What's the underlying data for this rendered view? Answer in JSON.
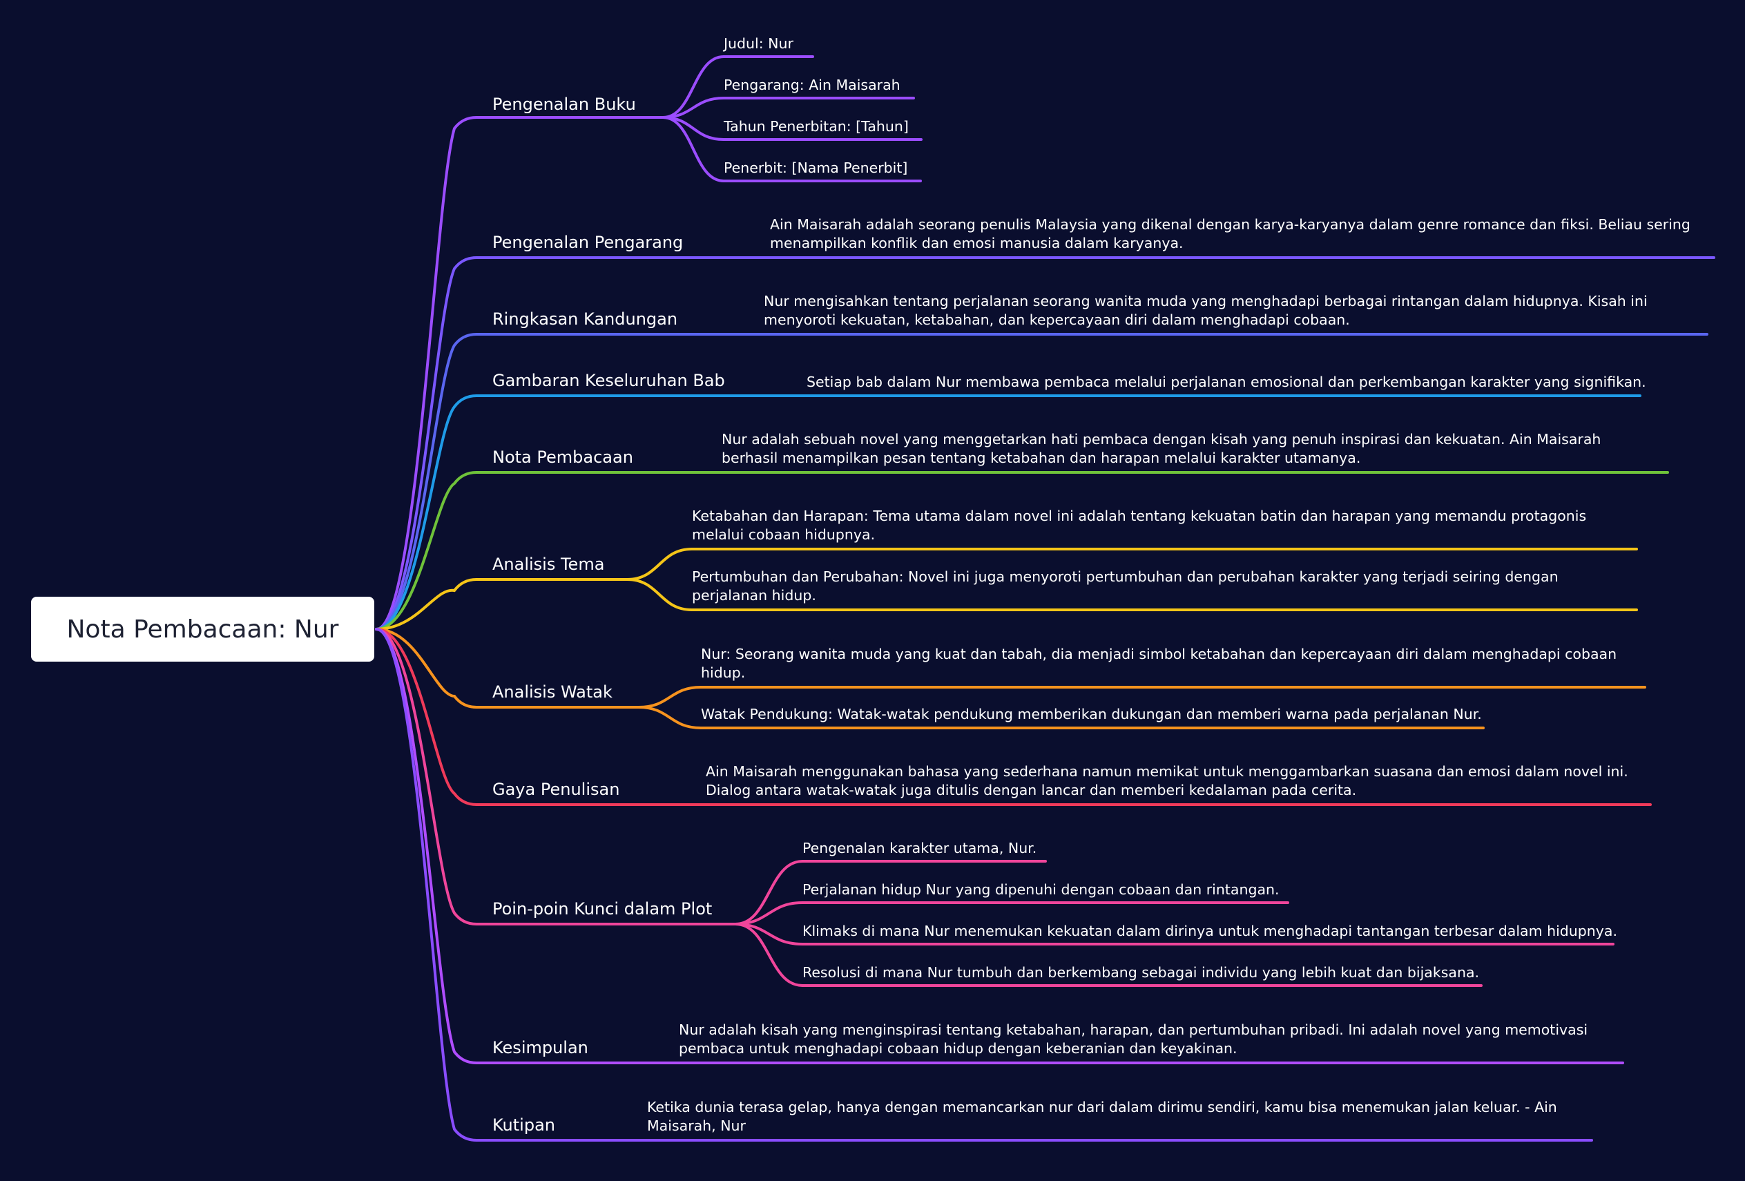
{
  "root": {
    "label": "Nota Pembacaan: Nur"
  },
  "branches": [
    {
      "label": "Pengenalan Buku",
      "color": "#9b4dff",
      "children": [
        {
          "text": "Judul: Nur"
        },
        {
          "text": "Pengarang: Ain Maisarah"
        },
        {
          "text": "Tahun Penerbitan: [Tahun]"
        },
        {
          "text": "Penerbit: [Nama Penerbit]"
        }
      ]
    },
    {
      "label": "Pengenalan Pengarang",
      "color": "#7a57ff",
      "children": [
        {
          "text": "Ain Maisarah adalah seorang penulis Malaysia yang dikenal dengan karya-karyanya dalam genre romance dan fiksi. Beliau sering menampilkan konflik dan emosi manusia dalam karyanya."
        }
      ]
    },
    {
      "label": "Ringkasan Kandungan",
      "color": "#5a66f0",
      "children": [
        {
          "text": "Nur mengisahkan tentang perjalanan seorang wanita muda yang menghadapi berbagai rintangan dalam hidupnya. Kisah ini menyoroti kekuatan, ketabahan, dan kepercayaan diri dalam menghadapi cobaan."
        }
      ]
    },
    {
      "label": "Gambaran Keseluruhan Bab",
      "color": "#1f9be8",
      "children": [
        {
          "text": "Setiap bab dalam Nur membawa pembaca melalui perjalanan emosional dan perkembangan karakter yang signifikan."
        }
      ]
    },
    {
      "label": "Nota Pembacaan",
      "color": "#6fc23a",
      "children": [
        {
          "text": "Nur adalah sebuah novel yang menggetarkan hati pembaca dengan kisah yang penuh inspirasi dan kekuatan. Ain Maisarah berhasil menampilkan pesan tentang ketabahan dan harapan melalui karakter utamanya."
        }
      ]
    },
    {
      "label": "Analisis Tema",
      "color": "#f5c518",
      "children": [
        {
          "text": "Ketabahan dan Harapan: Tema utama dalam novel ini adalah tentang kekuatan batin dan harapan yang memandu protagonis melalui cobaan hidupnya."
        },
        {
          "text": "Pertumbuhan dan Perubahan: Novel ini juga menyoroti pertumbuhan dan perubahan karakter yang terjadi seiring dengan perjalanan hidup."
        }
      ]
    },
    {
      "label": "Analisis Watak",
      "color": "#f7931e",
      "children": [
        {
          "text": "Nur: Seorang wanita muda yang kuat dan tabah, dia menjadi simbol ketabahan dan kepercayaan diri dalam menghadapi cobaan hidup."
        },
        {
          "text": "Watak Pendukung: Watak-watak pendukung memberikan dukungan dan memberi warna pada perjalanan Nur."
        }
      ]
    },
    {
      "label": "Gaya Penulisan",
      "color": "#f03a5a",
      "children": [
        {
          "text": "Ain Maisarah menggunakan bahasa yang sederhana namun memikat untuk menggambarkan suasana dan emosi dalam novel ini. Dialog antara watak-watak juga ditulis dengan lancar dan memberi kedalaman pada cerita."
        }
      ]
    },
    {
      "label": "Poin-poin Kunci dalam Plot",
      "color": "#f0459b",
      "children": [
        {
          "text": "Pengenalan karakter utama, Nur."
        },
        {
          "text": "Perjalanan hidup Nur yang dipenuhi dengan cobaan dan rintangan."
        },
        {
          "text": "Klimaks di mana Nur menemukan kekuatan dalam dirinya untuk menghadapi tantangan terbesar dalam hidupnya."
        },
        {
          "text": "Resolusi di mana Nur tumbuh dan berkembang sebagai individu yang lebih kuat dan bijaksana."
        }
      ]
    },
    {
      "label": "Kesimpulan",
      "color": "#b04dff",
      "children": [
        {
          "text": "Nur adalah kisah yang menginspirasi tentang ketabahan, harapan, dan pertumbuhan pribadi. Ini adalah novel yang memotivasi pembaca untuk menghadapi cobaan hidup dengan keberanian dan keyakinan."
        }
      ]
    },
    {
      "label": "Kutipan",
      "color": "#8a4dff",
      "children": [
        {
          "text": "Ketika dunia terasa gelap, hanya dengan memancarkan nur dari dalam dirimu sendiri, kamu bisa menemukan jalan keluar. - Ain Maisarah, Nur"
        }
      ]
    }
  ]
}
